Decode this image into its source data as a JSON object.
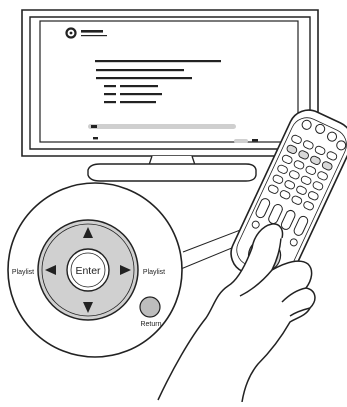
{
  "illustration": {
    "tv": {
      "screen_icon": "gear-icon"
    },
    "dpad": {
      "center_label": "Enter",
      "left_label": "Playlist",
      "right_label": "Playlist",
      "return_label": "Return",
      "arrow_icons": [
        "arrow-up-icon",
        "arrow-down-icon",
        "arrow-left-icon",
        "arrow-right-icon"
      ]
    },
    "colors": {
      "line": "#222222",
      "dpad_ring": "#c8c8c8",
      "screen_highlight": "#cfcfcf",
      "return_button": "#bdbdbd"
    }
  }
}
